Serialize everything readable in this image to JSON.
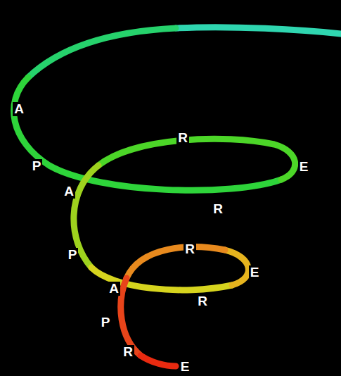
{
  "diagram": {
    "labels": [
      "A",
      "R",
      "P",
      "E",
      "A",
      "R",
      "R",
      "P",
      "E",
      "A",
      "R",
      "P",
      "R",
      "E"
    ]
  }
}
